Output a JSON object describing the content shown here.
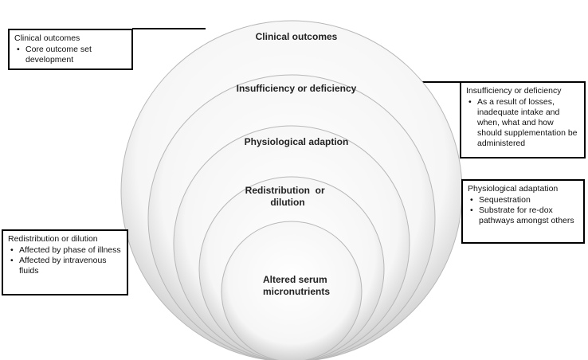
{
  "circles": [
    {
      "label_lines": [
        "Clinical outcomes"
      ]
    },
    {
      "label_lines": [
        "Insufficiency or deficiency"
      ]
    },
    {
      "label_lines": [
        "Physiological adaption"
      ]
    },
    {
      "label_lines": [
        "Redistribution  or",
        "dilution"
      ]
    },
    {
      "label_lines": [
        "Altered serum",
        "micronutrients"
      ]
    }
  ],
  "callouts": {
    "clinical": {
      "title": "Clinical outcomes",
      "bullets": [
        "Core outcome set development"
      ]
    },
    "insufficiency": {
      "title": "Insufficiency or deficiency",
      "bullets": [
        "As a result of losses, inadequate intake and when, what and how should supplementation be administered"
      ]
    },
    "physiological": {
      "title": "Physiological adaptation",
      "bullets": [
        "Sequestration",
        "Substrate for re-dox pathways amongst others"
      ]
    },
    "redistribution": {
      "title": "Redistribution or dilution",
      "bullets": [
        "Affected by phase of illness",
        "Affected by intravenous fluids"
      ]
    }
  }
}
